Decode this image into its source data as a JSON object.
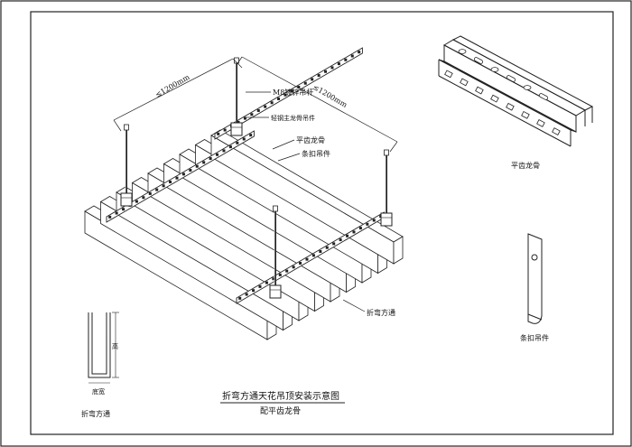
{
  "labels": {
    "dim_left": "≤1200mm",
    "dim_right": "≤1200mm",
    "rod": "M8镀锌吊杆",
    "main_hanger": "轻钢主龙骨吊件",
    "carrier": "平齿龙骨",
    "clip_hanger": "条扣吊件",
    "tube": "折弯方通",
    "carrier_detail": "平齿龙骨",
    "clip_detail": "条扣吊件",
    "profile_height": "高",
    "profile_width": "底宽",
    "profile_caption": "折弯方通",
    "title": "折弯方通天花吊顶安装示意图",
    "subtitle": "配平齿龙骨"
  },
  "colors": {
    "line": "#222222",
    "background": "#ffffff"
  }
}
